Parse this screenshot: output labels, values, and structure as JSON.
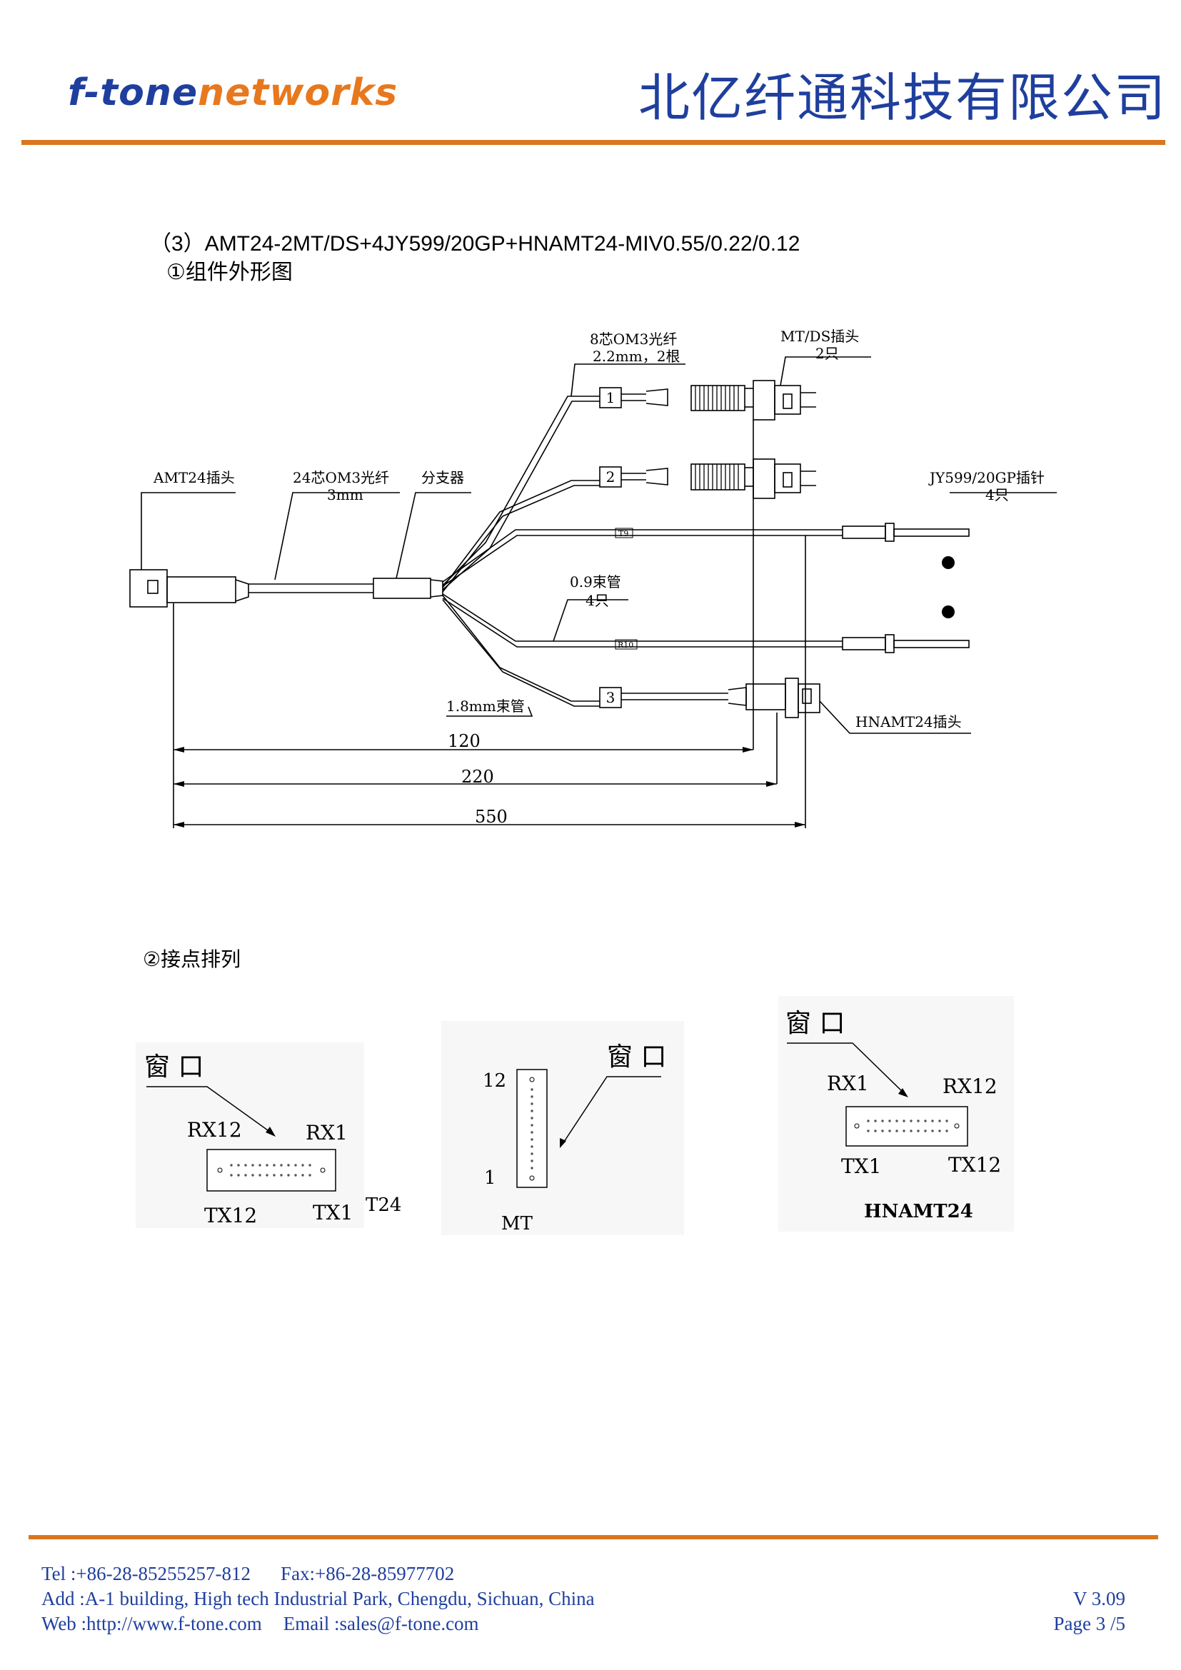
{
  "header": {
    "logo_part1": "f-tone",
    "logo_part2": "networks",
    "company": "北亿纤通科技有限公司"
  },
  "section": {
    "title": "（3）AMT24-2MT/DS+4JY599/20GP+HNAMT24-MIV0.55/0.22/0.12",
    "subtitle_outline": "①组件外形图",
    "subtitle_pins": "②接点排列"
  },
  "diagram": {
    "fiber8_line1": "8芯OM3光纤",
    "fiber8_line2": "2.2mm，2根",
    "mtds_line1": "MT/DS插头",
    "mtds_line2": "2只",
    "amt24": "AMT24插头",
    "fiber24_line1": "24芯OM3光纤",
    "fiber24_line2": "3mm",
    "splitter": "分支器",
    "jy599_line1": "JY599/20GP插针",
    "jy599_line2": "4只",
    "tube09_line1": "0.9束管",
    "tube09_line2": "4只",
    "tube18": "1.8mm束管",
    "hnamt24": "HNAMT24插头",
    "label_1": "1",
    "label_2": "2",
    "label_3": "3",
    "label_t9": "T9",
    "label_r10": "R10",
    "dim_120": "120",
    "dim_220": "220",
    "dim_550": "550"
  },
  "pinouts": {
    "amt24": {
      "window": "窗 口",
      "rx12": "RX12",
      "rx1": "RX1",
      "tx12": "TX12",
      "tx1": "TX1",
      "caption": "T24"
    },
    "mt": {
      "window": "窗 口",
      "n12": "12",
      "n1": "1",
      "caption": "MT"
    },
    "hnamt24": {
      "window": "窗 口",
      "rx1": "RX1",
      "rx12": "RX12",
      "tx1": "TX1",
      "tx12": "TX12",
      "caption": "HNAMT24"
    }
  },
  "footer": {
    "tel": "Tel :+86-28-85255257-812",
    "fax": "Fax:+86-28-85977702",
    "address": "Add :A-1 building, High tech Industrial Park, Chengdu, Sichuan, China",
    "web": "Web :http://www.f-tone.com",
    "email": "Email :sales@f-tone.com",
    "version": "V 3.09",
    "page": "Page  3  /5"
  }
}
